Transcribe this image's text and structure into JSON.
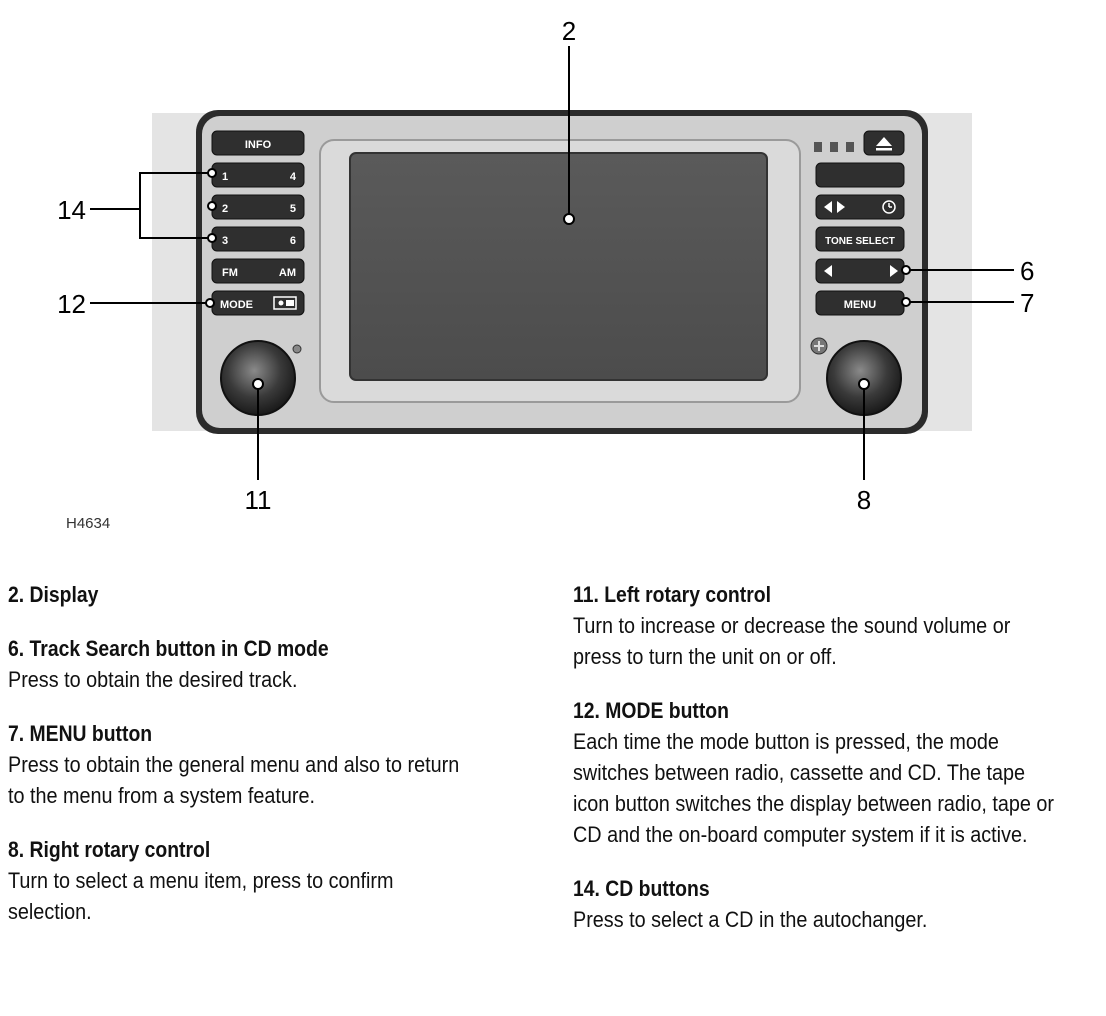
{
  "figure": {
    "code": "H4634",
    "callouts": {
      "c2": "2",
      "c6": "6",
      "c7": "7",
      "c8": "8",
      "c11": "11",
      "c12": "12",
      "c14": "14"
    },
    "buttons": {
      "info": "INFO",
      "p1": "1",
      "p4": "4",
      "p2": "2",
      "p5": "5",
      "p3": "3",
      "p6": "6",
      "fm": "FM",
      "am": "AM",
      "mode": "MODE",
      "tone_select": "TONE SELECT",
      "menu": "MENU"
    }
  },
  "descriptions": {
    "left": [
      {
        "title": "2. Display",
        "body": ""
      },
      {
        "title": "6. Track Search button in CD mode",
        "body": "Press to obtain the desired track."
      },
      {
        "title": "7. MENU button",
        "body": "Press to obtain the general menu and also to return to the menu from a system feature."
      },
      {
        "title": "8. Right rotary control",
        "body": "Turn to select a menu item, press to confirm selection."
      }
    ],
    "right": [
      {
        "title": "11. Left rotary control",
        "body": "Turn to increase or decrease the sound volume or press to turn the unit on or off."
      },
      {
        "title": "12. MODE button",
        "body": "Each time the mode button is pressed, the mode switches between radio, cassette and CD. The tape icon button switches the display between radio, tape or CD and the on-board computer system if it is active."
      },
      {
        "title": "14. CD buttons",
        "body": "Press to select a CD in the autochanger."
      }
    ]
  }
}
